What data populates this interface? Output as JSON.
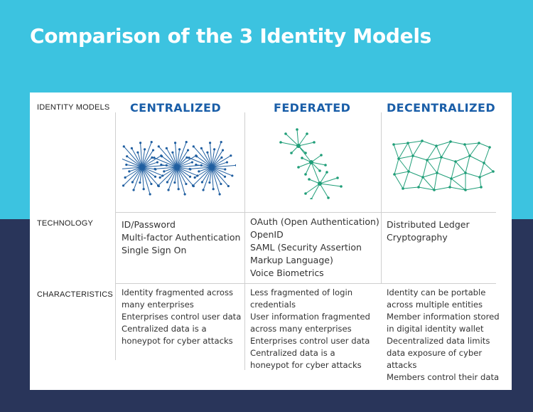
{
  "title": "Comparison of the 3 Identity Models",
  "row_labels": {
    "identity_models": "IDENTITY MODELS",
    "technology": "TECHNOLOGY",
    "characteristics": "CHARACTERISTICS"
  },
  "models": [
    {
      "name": "CENTRALIZED",
      "technology": [
        "ID/Password",
        "Multi-factor Authentication",
        "Single Sign On"
      ],
      "characteristics": [
        "Identity fragmented across",
        "many enterprises",
        "Enterprises control user data",
        "Centralized data is a",
        "honeypot for cyber attacks"
      ]
    },
    {
      "name": "FEDERATED",
      "technology": [
        "OAuth (Open Authentication)",
        "OpenID",
        "SAML (Security Assertion",
        "Markup Language)",
        "Voice Biometrics"
      ],
      "characteristics": [
        "Less fragmented of login",
        "credentials",
        "User information fragmented",
        "across many enterprises",
        "Enterprises control user data",
        "Centralized data is a",
        "honeypot for cyber attacks"
      ]
    },
    {
      "name": "DECENTRALIZED",
      "technology": [
        "Distributed Ledger",
        "Cryptography"
      ],
      "characteristics": [
        "Identity can be portable",
        "across multiple entities",
        "Member information stored",
        "in digital identity wallet",
        "Decentralized data limits",
        "data exposure of cyber",
        "attacks",
        "Members control their data"
      ]
    }
  ],
  "colors": {
    "top_band": "#3cc3e0",
    "bottom_band": "#29355a",
    "heading": "#1a5ea8",
    "centralized_net": "#1f5ea0",
    "network_green": "#1f9e78"
  }
}
